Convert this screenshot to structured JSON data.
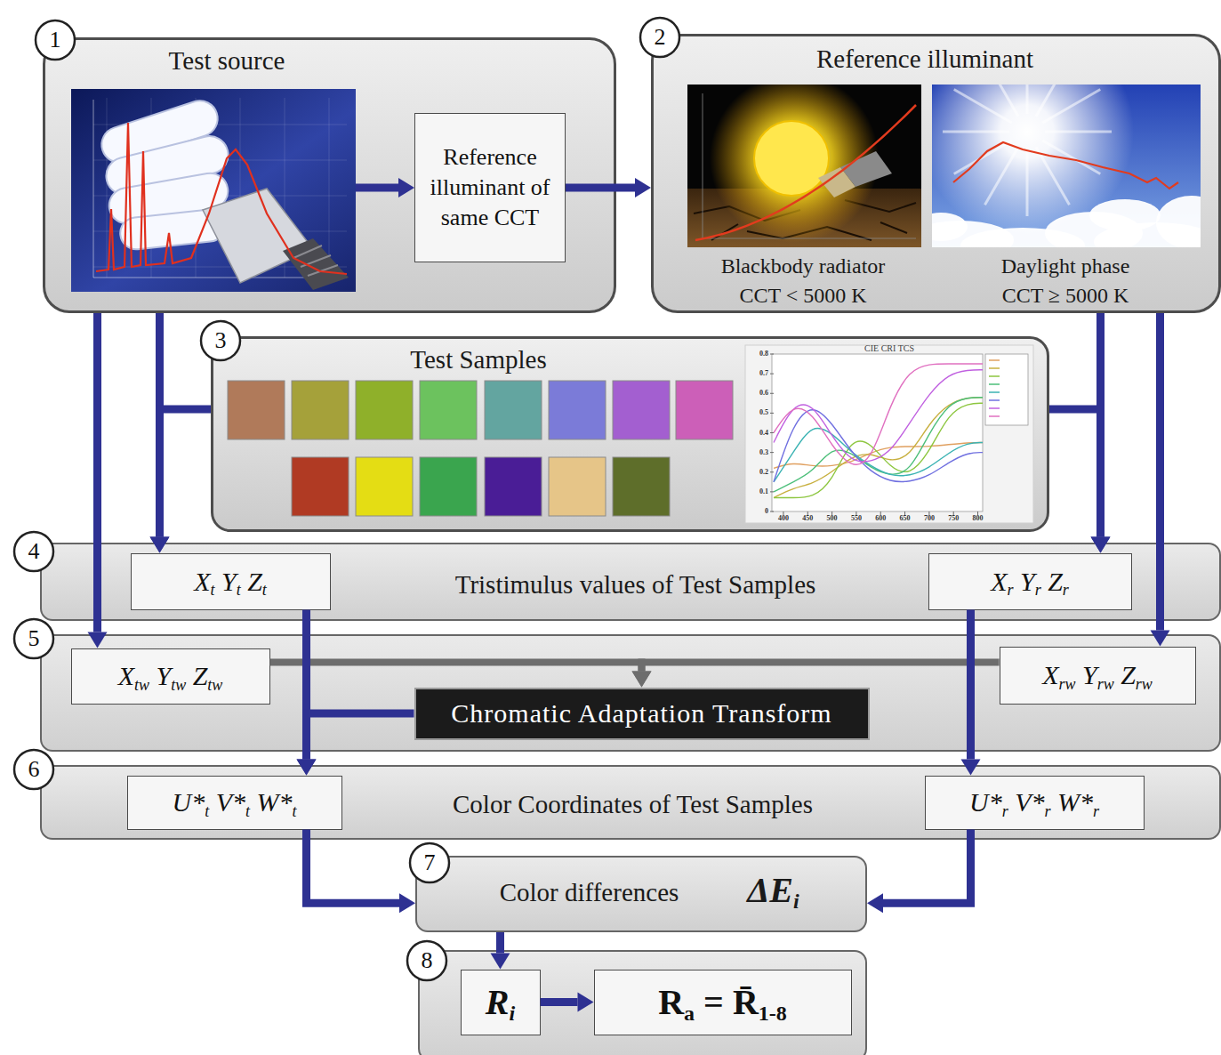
{
  "diagram": {
    "nodes": [
      {
        "text": [
          "Test source"
        ]
      },
      {
        "text": [
          "Reference illuminant of same CCT"
        ],
        "in": 0
      },
      {
        "text": [
          "Reference illuminant",
          "Blackbody radiator CCT < 5000 K",
          "Daylight phase CCT ≥ 5000 K"
        ]
      },
      {
        "text": [
          "Test Samples"
        ]
      },
      {
        "text": [
          "Tristimulus values of Test Samples"
        ]
      },
      {
        "text": [
          "Xt Yt Zt"
        ],
        "in": 4
      },
      {
        "text": [
          "Xr Yr Zr"
        ],
        "in": 4
      },
      {
        "text": []
      },
      {
        "text": [
          "Xtw Ytw Ztw"
        ],
        "in": 7
      },
      {
        "text": [
          "Chromatic Adaptation Transform"
        ],
        "in": 7
      },
      {
        "text": [
          "Xrw Yrw Zrw"
        ],
        "in": 7
      },
      {
        "text": [
          "Color Coordinates of Test Samples"
        ]
      },
      {
        "text": [
          "U*t V*t W*t"
        ],
        "in": 11
      },
      {
        "text": [
          "U*r V*r W*r"
        ],
        "in": 11
      },
      {
        "text": [
          "Color differences",
          "ΔEi"
        ]
      },
      {
        "text": []
      },
      {
        "text": [
          "Ri"
        ],
        "in": 15
      },
      {
        "text": [
          "Ra = R̄1-8"
        ],
        "in": 15
      }
    ],
    "edges": [
      {
        "from": 1,
        "to": 2,
        "arrow": "to"
      },
      {
        "from": 0,
        "to": 5,
        "arrow": "to"
      },
      {
        "from": 3,
        "to": 5,
        "arrow": "to"
      },
      {
        "from": 0,
        "to": 8,
        "arrow": "to"
      },
      {
        "from": 2,
        "to": 6,
        "arrow": "to"
      },
      {
        "from": 3,
        "to": 6,
        "arrow": "to"
      },
      {
        "from": 2,
        "to": 10,
        "arrow": "to"
      },
      {
        "from": 8,
        "to": 9,
        "arrow": "to"
      },
      {
        "from": 10,
        "to": 9,
        "arrow": "to"
      },
      {
        "from": 5,
        "to": 12,
        "arrow": "to"
      },
      {
        "from": 9,
        "to": 12,
        "arrow": "to"
      },
      {
        "from": 6,
        "to": 13,
        "arrow": "to"
      },
      {
        "from": 12,
        "to": 14,
        "arrow": "to"
      },
      {
        "from": 13,
        "to": 14,
        "arrow": "to"
      },
      {
        "from": 14,
        "to": 16,
        "arrow": "to"
      },
      {
        "from": 16,
        "to": 17,
        "arrow": "to"
      }
    ],
    "labels": [
      "1",
      "2",
      "3",
      "4",
      "5",
      "6",
      "7",
      "8",
      "CIE CRI TCS",
      "0.8",
      "0.7",
      "0.6",
      "0.5",
      "0.4",
      "0.3",
      "0.2",
      "0.1",
      "0",
      "400",
      "450",
      "500",
      "550",
      "600",
      "650",
      "700",
      "750",
      "800"
    ]
  }
}
